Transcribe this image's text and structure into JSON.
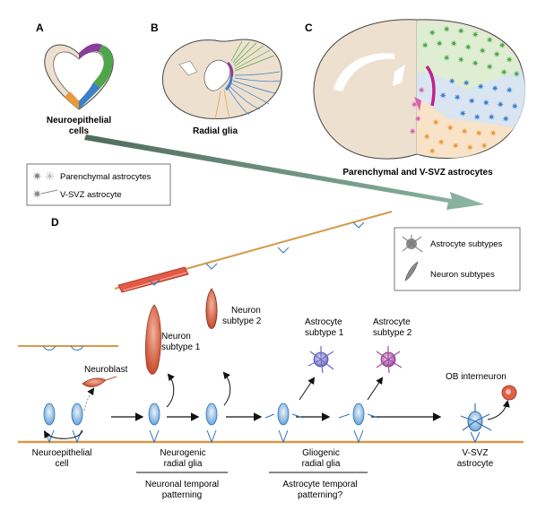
{
  "panels": {
    "a": {
      "letter": "A",
      "caption_line1": "Neuroepithelial",
      "caption_line2": "cells"
    },
    "b": {
      "letter": "B",
      "caption": "Radial glia"
    },
    "c": {
      "letter": "C",
      "caption": "Parenchymal and V-SVZ astrocytes"
    },
    "d": {
      "letter": "D"
    }
  },
  "legend_top": {
    "items": [
      {
        "icon": "parenchymal-astrocyte-icon",
        "label": "Parenchymal astrocytes"
      },
      {
        "icon": "vsvz-astrocyte-icon",
        "label": "V-SVZ astrocyte"
      }
    ]
  },
  "legend_d": {
    "items": [
      {
        "icon": "astrocyte-subtype-icon",
        "label": "Astrocyte subtypes"
      },
      {
        "icon": "neuron-subtype-icon",
        "label": "Neuron subtypes"
      }
    ]
  },
  "cell_labels": {
    "neuroblast": "Neuroblast",
    "neuron1_line1": "Neuron",
    "neuron1_line2": "subtype 1",
    "neuron2_line1": "Neuron",
    "neuron2_line2": "subtype 2",
    "astro1_line1": "Astrocyte",
    "astro1_line2": "subtype 1",
    "astro2_line1": "Astrocyte",
    "astro2_line2": "subtype 2",
    "ob_interneuron": "OB interneuron"
  },
  "stage_labels": {
    "neuroepithelial_line1": "Neuroepithelial",
    "neuroepithelial_line2": "cell",
    "neurogenic_line1": "Neurogenic",
    "neurogenic_line2": "radial glia",
    "gliogenic_line1": "Gliogenic",
    "gliogenic_line2": "radial glia",
    "vsvz_line1": "V-SVZ",
    "vsvz_line2": "astrocyte"
  },
  "patterning": {
    "neuronal_line1": "Neuronal temporal",
    "neuronal_line2": "patterning",
    "astrocyte_line1": "Astrocyte temporal",
    "astrocyte_line2": "patterning?"
  },
  "colors": {
    "pia": "#d59a4b",
    "radial_glia": "#2f72b7",
    "radial_glia_light": "#bcd7ef",
    "neuron1": "#c84a2e",
    "neuron2": "#a53a2d",
    "astro1": "#6f6bc2",
    "astro2": "#a04aa0",
    "ob": "#e06048",
    "brain_fill": "#ede0cf",
    "green": "#4fa64a",
    "blue": "#3b7fc8",
    "orange": "#e89a3c",
    "magenta": "#c0228a",
    "pink": "#d860b0"
  }
}
